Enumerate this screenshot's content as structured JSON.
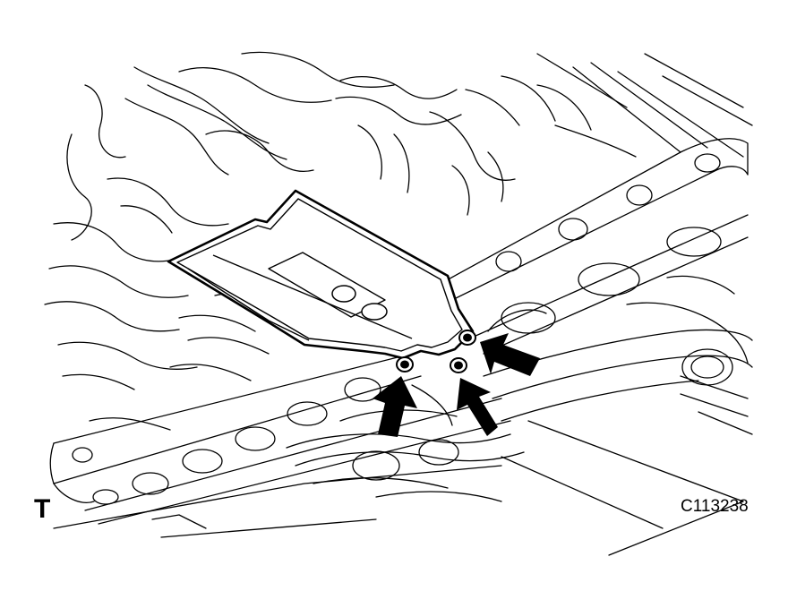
{
  "figure": {
    "corner_mark": "T",
    "code": "C113238",
    "callouts": 3,
    "bolts": 3,
    "arrow_icon": "arrow-pointer-icon",
    "bolt_icon": "bolt-icon",
    "line_color": "#000000",
    "background_color": "#ffffff"
  }
}
